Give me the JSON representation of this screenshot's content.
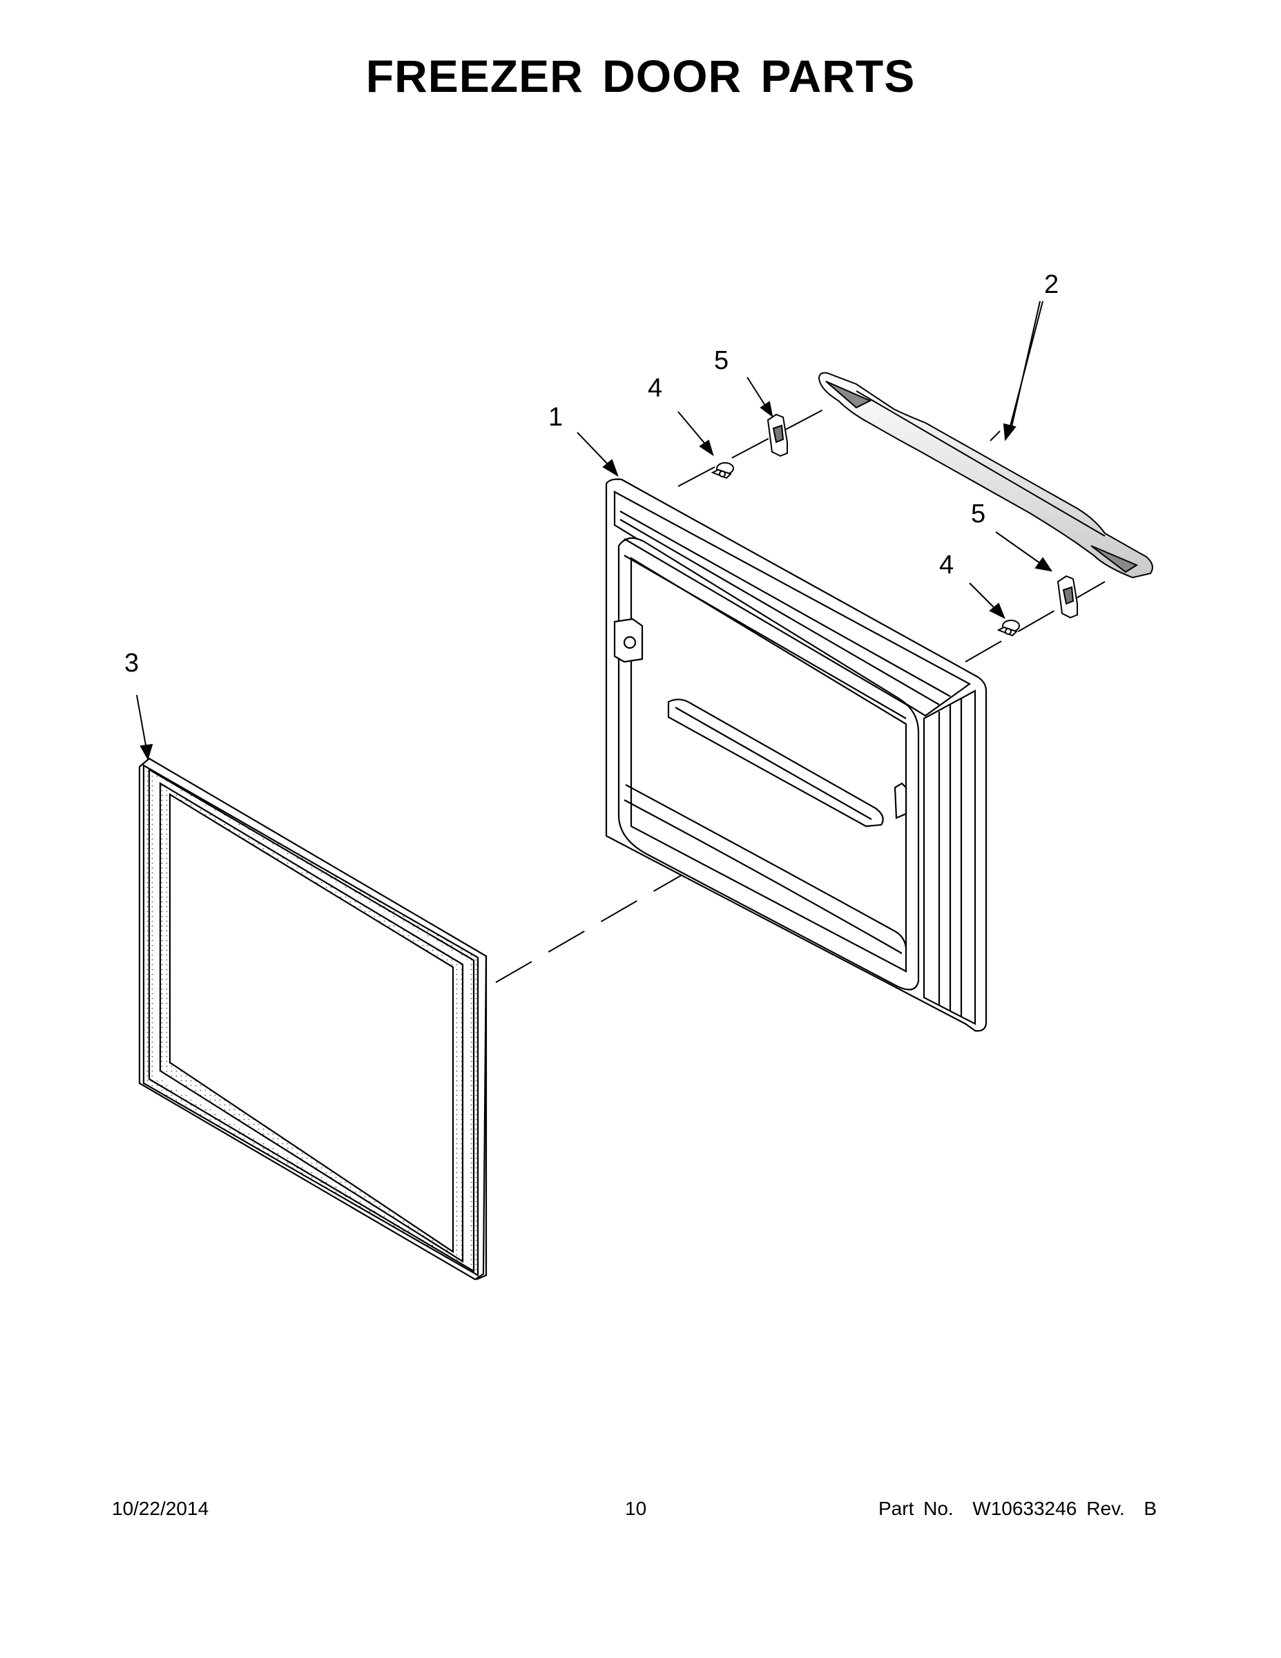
{
  "header": {
    "title": "FREEZER DOOR PARTS"
  },
  "callouts": {
    "door": "1",
    "handle": "2",
    "gasket": "3",
    "screw_top": "4",
    "screw_bottom": "4",
    "clip_top": "5",
    "clip_bottom": "5"
  },
  "footer": {
    "date": "10/22/2014",
    "page": "10",
    "part_no": "Part No.  W10633246",
    "rev": "Rev.  B"
  }
}
